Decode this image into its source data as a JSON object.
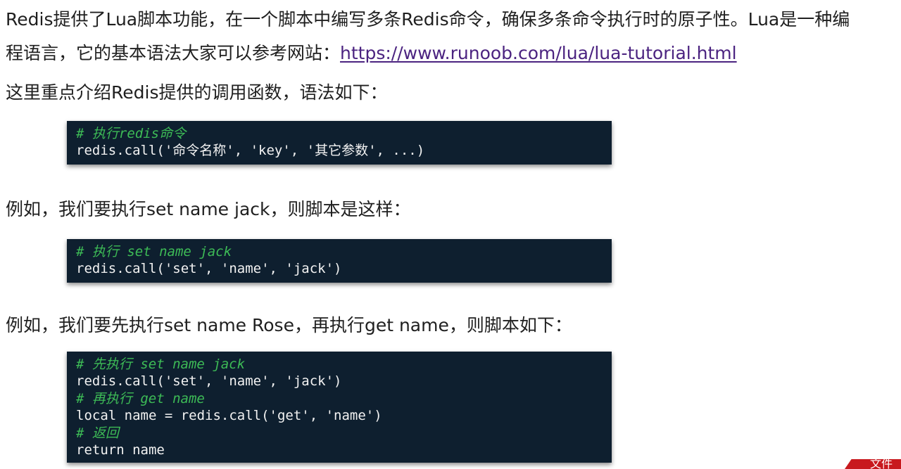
{
  "intro": {
    "line1": "Redis提供了Lua脚本功能，在一个脚本中编写多条Redis命令，确保多条命令执行时的原子性。Lua是一种编",
    "line2_prefix": "程语言，它的基本语法大家可以参考网站：",
    "link": "https://www.runoob.com/lua/lua-tutorial.html"
  },
  "para2": "这里重点介绍Redis提供的调用函数，语法如下：",
  "code1": {
    "lines": [
      {
        "type": "comment",
        "text": "# 执行redis命令"
      },
      {
        "type": "plain",
        "text": "redis.call('命令名称', 'key', '其它参数', ...)"
      }
    ]
  },
  "para3": "例如，我们要执行set name jack，则脚本是这样：",
  "code2": {
    "lines": [
      {
        "type": "comment",
        "text": "# 执行 set name jack"
      },
      {
        "type": "plain",
        "text": "redis.call('set', 'name', 'jack')"
      }
    ]
  },
  "para4": "例如，我们要先执行set name Rose，再执行get name，则脚本如下：",
  "code3": {
    "lines": [
      {
        "type": "comment",
        "text": "# 先执行 set name jack"
      },
      {
        "type": "plain",
        "text": "redis.call('set', 'name', 'jack')"
      },
      {
        "type": "comment",
        "text": "# 再执行 get name"
      },
      {
        "type": "plain",
        "text": "local name = redis.call('get', 'name')"
      },
      {
        "type": "comment",
        "text": "# 返回"
      },
      {
        "type": "plain",
        "text": "return name"
      }
    ]
  },
  "corner_badge": {
    "text": "文件",
    "color": "#c8191e"
  },
  "colors": {
    "code_background": "#0e1f2f",
    "comment": "#3dbb56",
    "code_text": "#f2f2f2",
    "link": "#4b2380"
  }
}
